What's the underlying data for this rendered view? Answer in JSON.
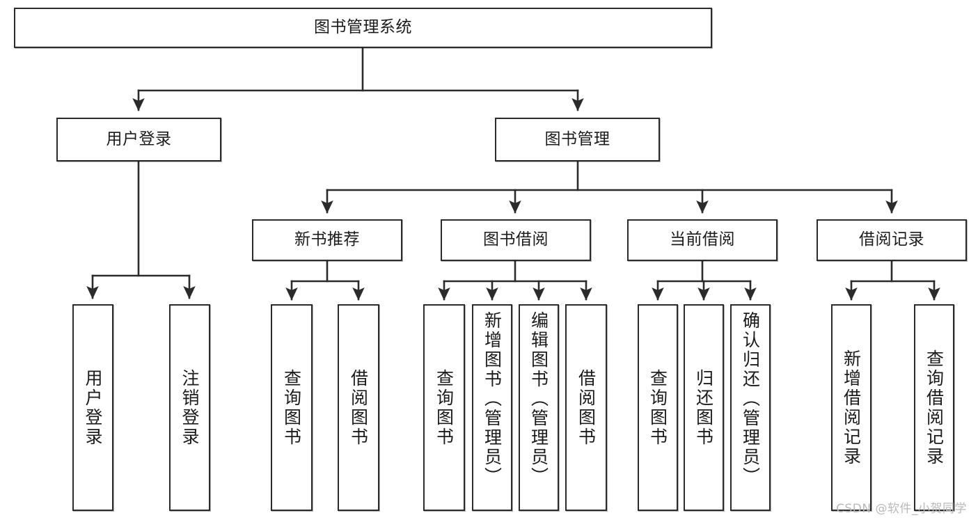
{
  "diagram": {
    "title": "图书管理系统",
    "type": "tree-hierarchy-diagram",
    "watermark": "CSDN @软件_小贺同学",
    "colors": {
      "box_border": "#2b2b2b",
      "box_fill": "#ffffff",
      "edge": "#2b2b2b",
      "text": "#1b1b1b",
      "watermark": "#b9b9b9",
      "background": "#ffffff"
    },
    "nodes": {
      "root": {
        "label": "图书管理系统"
      },
      "level2": [
        {
          "id": "user-login",
          "label": "用户登录"
        },
        {
          "id": "book-management",
          "label": "图书管理"
        }
      ],
      "level3": [
        {
          "id": "new-book-recommend",
          "label": "新书推荐"
        },
        {
          "id": "book-borrow",
          "label": "图书借阅"
        },
        {
          "id": "current-borrow",
          "label": "当前借阅"
        },
        {
          "id": "borrow-record",
          "label": "借阅记录"
        }
      ],
      "leaves": {
        "user_login": [
          {
            "id": "leaf-user-login",
            "label": "用户登录"
          },
          {
            "id": "leaf-logout-login",
            "label": "注销登录"
          }
        ],
        "new_book_recommend": [
          {
            "id": "leaf-query-book-1",
            "label": "查询图书"
          },
          {
            "id": "leaf-borrow-book-1",
            "label": "借阅图书"
          }
        ],
        "book_borrow": [
          {
            "id": "leaf-query-book-2",
            "label": "查询图书"
          },
          {
            "id": "leaf-add-book-admin",
            "label": "新增图书（管理员）"
          },
          {
            "id": "leaf-edit-book-admin",
            "label": "编辑图书（管理员）"
          },
          {
            "id": "leaf-borrow-book-2",
            "label": "借阅图书"
          }
        ],
        "current_borrow": [
          {
            "id": "leaf-query-book-3",
            "label": "查询图书"
          },
          {
            "id": "leaf-return-book",
            "label": "归还图书"
          },
          {
            "id": "leaf-confirm-return-admin",
            "label": "确认归还（管理员）"
          }
        ],
        "borrow_record": [
          {
            "id": "leaf-add-borrow-record",
            "label": "新增借阅记录"
          },
          {
            "id": "leaf-query-borrow-record",
            "label": "查询借阅记录"
          }
        ]
      }
    }
  }
}
